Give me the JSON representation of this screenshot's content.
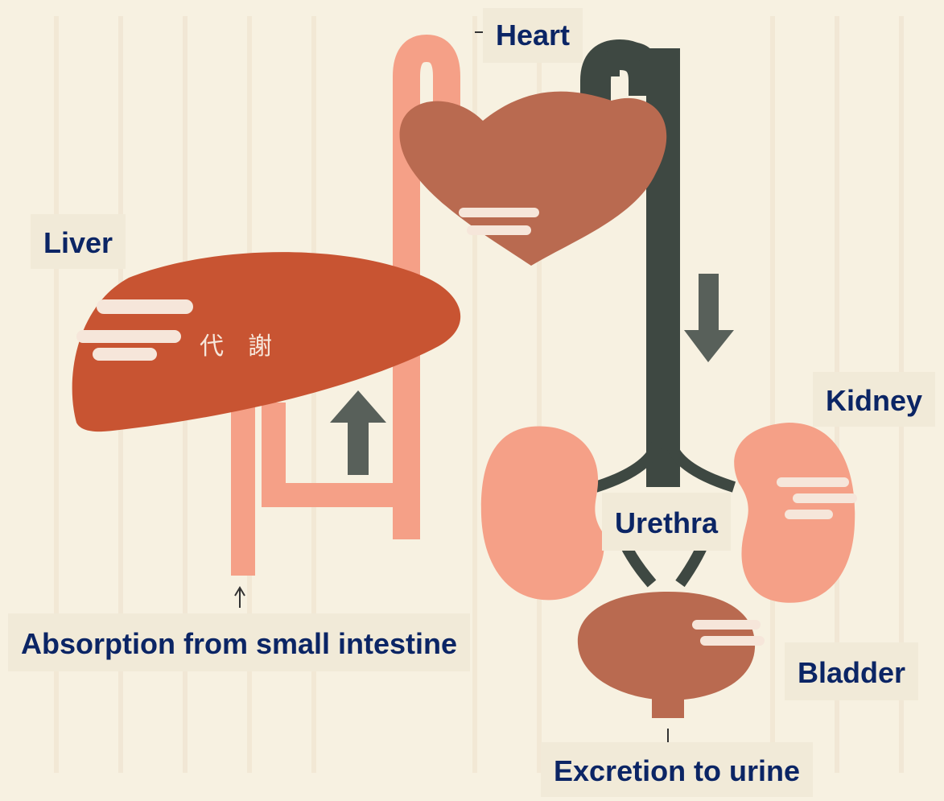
{
  "labels": {
    "heart": "Heart",
    "liver": "Liver",
    "kidney": "Kidney",
    "urethra": "Urethra",
    "bladder": "Bladder",
    "absorption": "Absorption from small intestine",
    "excretion": "Excretion to urine"
  },
  "liver_text": "代謝",
  "colors": {
    "label_text": "#0b2565",
    "label_bg": "#f1ead8",
    "background": "#f7f1e1",
    "organ_red": "#c85432",
    "organ_brown": "#b96a50",
    "vessel_pink": "#f5a087",
    "vessel_dark": "#3e4842",
    "arrow_gray": "#58605a"
  }
}
